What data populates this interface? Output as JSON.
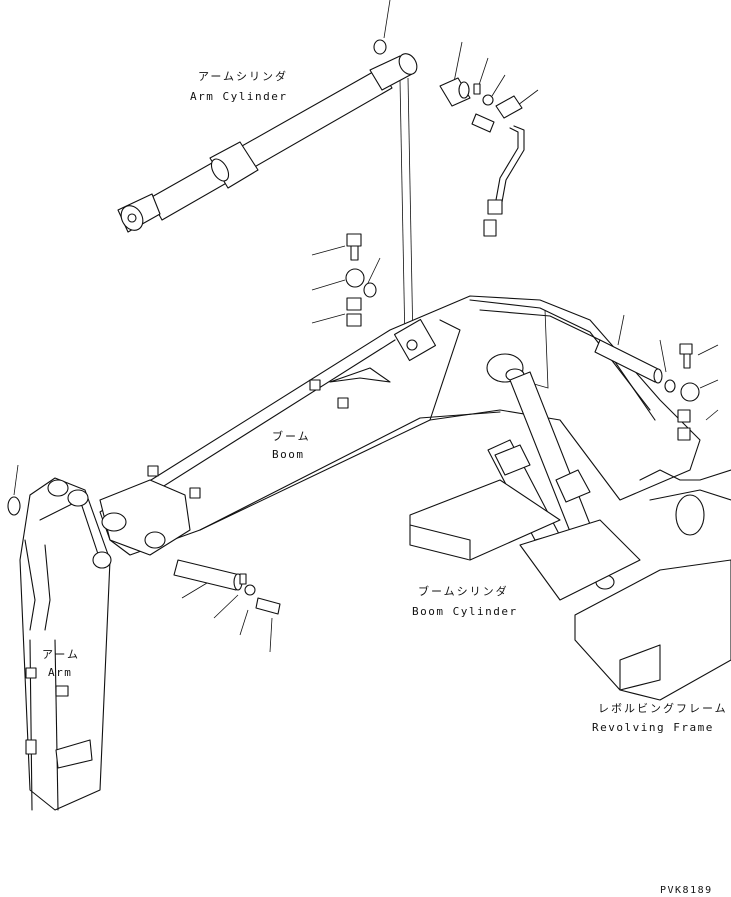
{
  "labels": {
    "arm_cylinder_jp": "アームシリンダ",
    "arm_cylinder_en": "Arm Cylinder",
    "boom_jp": "ブーム",
    "boom_en": "Boom",
    "boom_cylinder_jp": "ブームシリンダ",
    "boom_cylinder_en": "Boom Cylinder",
    "arm_jp": "アーム",
    "arm_en": "Arm",
    "revolving_frame_jp": "レボルビングフレーム",
    "revolving_frame_en": "Revolving Frame",
    "drawing_code": "PVK8189"
  }
}
